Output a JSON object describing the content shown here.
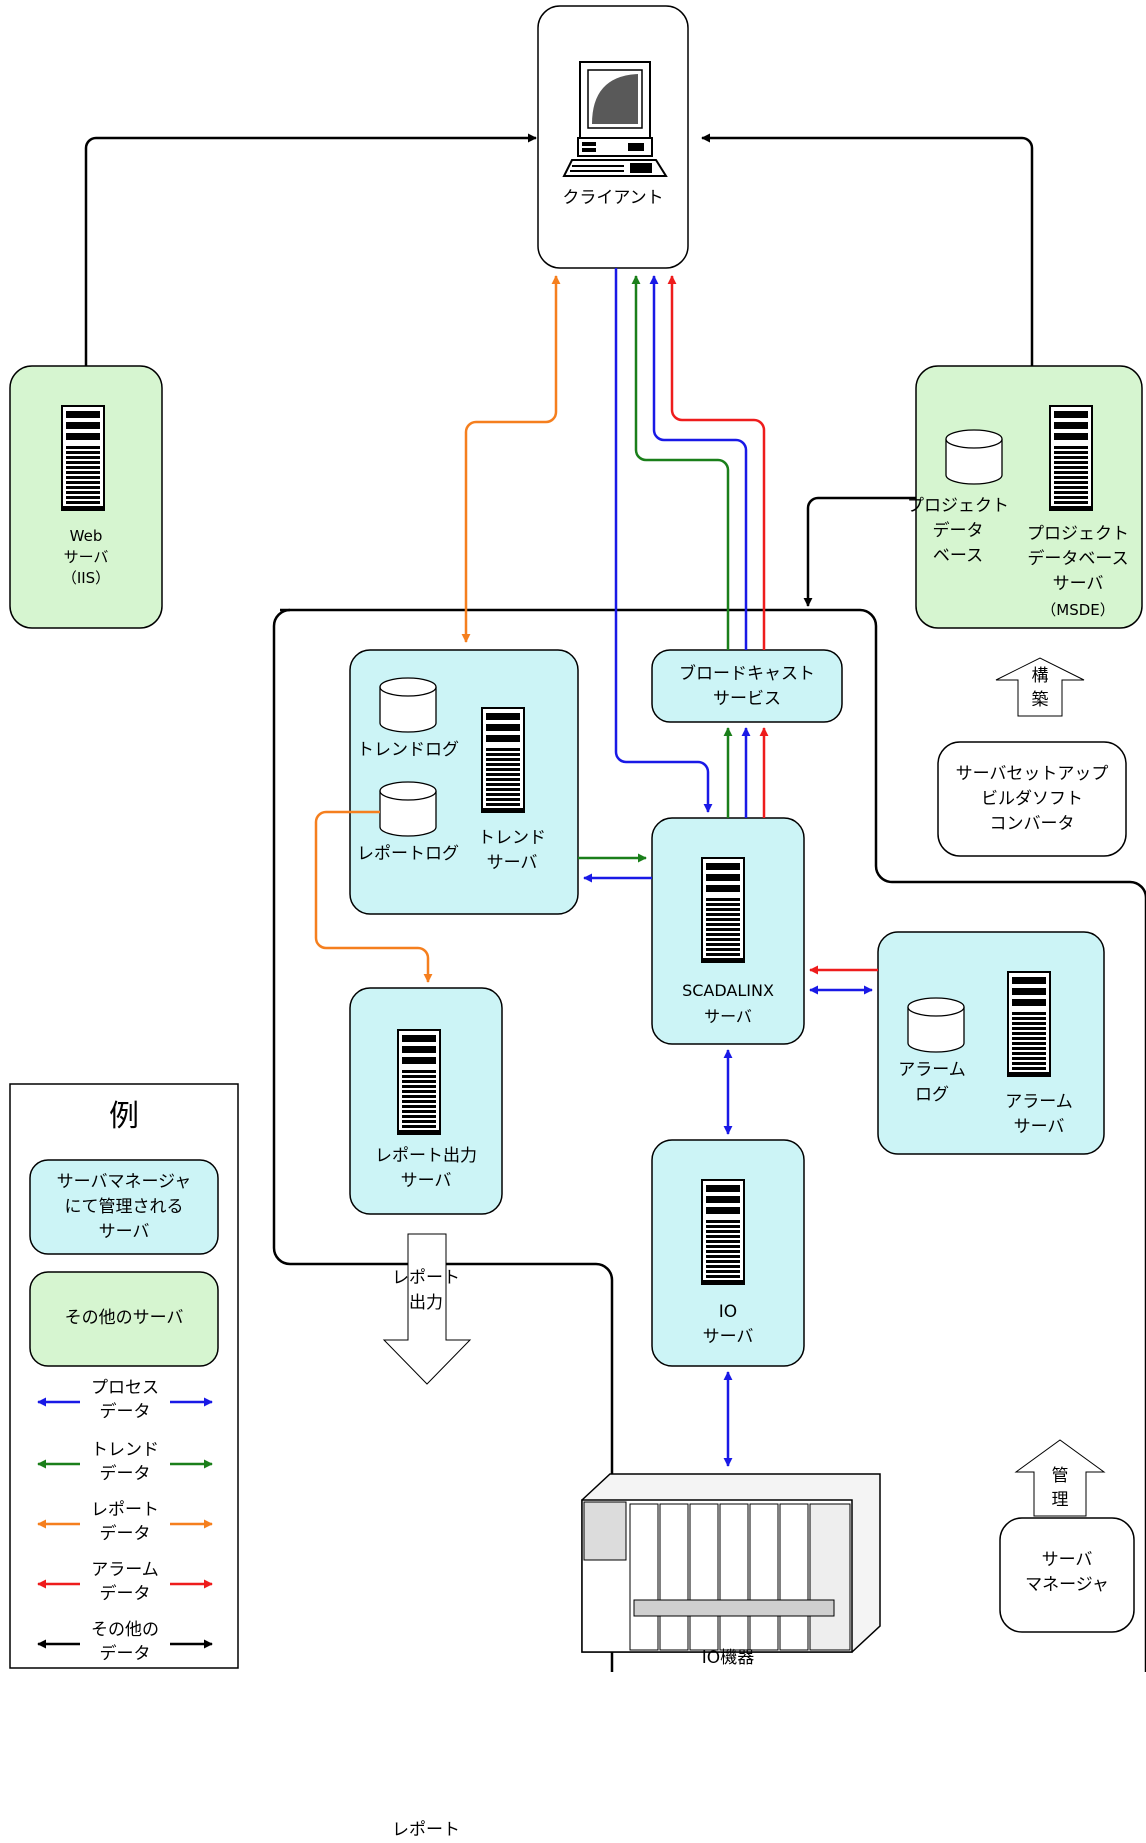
{
  "colors": {
    "managed_fill": "#ccf4f6",
    "other_fill": "#d6f5d0",
    "process": "#1919e6",
    "trend": "#1a7f1a",
    "report": "#f57f1e",
    "alarm": "#ee1c1c",
    "other": "#000000"
  },
  "nodes": {
    "client": "クライアント",
    "web": "Web\nサーバ\n（IIS）",
    "project_db": "プロジェクト\nデータ\nベース",
    "project_db_server": "プロジェクト\nデータベース\nサーバ",
    "msde": "（MSDE）",
    "broadcast": "ブロードキャスト\nサービス",
    "trend_log": "トレンドログ",
    "report_log": "レポートログ",
    "trend_server": "トレンド\nサーバ",
    "scadalinx": "SCADALINX\nサーバ",
    "alarm_log": "アラーム\nログ",
    "alarm_server": "アラーム\nサーバ",
    "report_out_server": "レポート出力\nサーバ",
    "io_server": "IO\nサーバ",
    "io_device": "IO機器",
    "printer": "レポート",
    "report_output": "レポート\n出力",
    "setup_tools": "サーバセットアップ\nビルダソフト\nコンバータ",
    "build": "構\n築",
    "manage": "管\n理",
    "server_manager": "サーバ\nマネージャ"
  },
  "legend": {
    "title": "例",
    "managed": "サーバマネージャ\nにて管理される\nサーバ",
    "other_server": "その他のサーバ",
    "process": "プロセス\nデータ",
    "trend": "トレンド\nデータ",
    "report": "レポート\nデータ",
    "alarm": "アラーム\nデータ",
    "other": "その他の\nデータ"
  }
}
